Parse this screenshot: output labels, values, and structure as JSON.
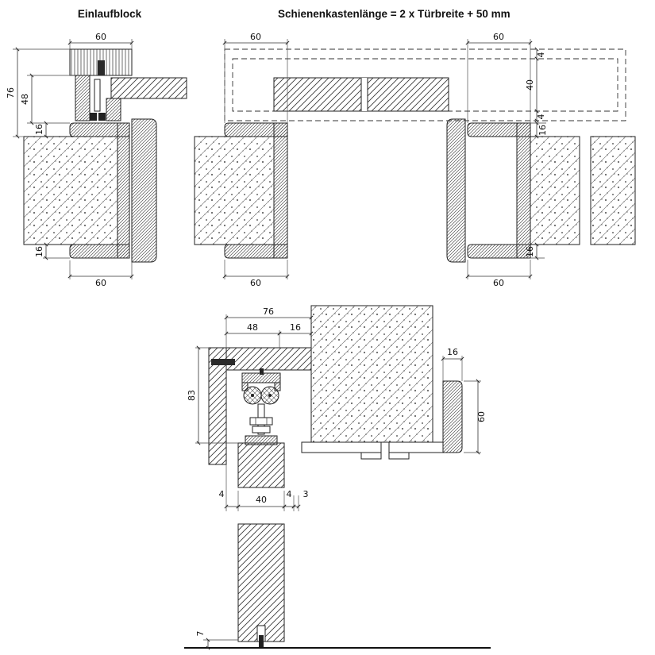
{
  "titles": {
    "einlaufblock": "Einlaufblock",
    "schienenkasten": "Schienenkastenlänge = 2 x Türbreite + 50 mm"
  },
  "plan": {
    "left": {
      "top_width": "60",
      "depth_total": "76",
      "depth_inner": "48",
      "lip_top": "16",
      "lip_bottom": "16",
      "bottom_width": "60"
    },
    "middle": {
      "top_width": "60",
      "bottom_width": "60"
    },
    "right": {
      "top_width": "60",
      "gap_top": "4",
      "rail_box": "40",
      "gap_bottom": "4",
      "lip_top": "16",
      "lip_bottom": "16",
      "bottom_width": "60"
    }
  },
  "section": {
    "top_total": "76",
    "top_inner": "48",
    "top_outer": "16",
    "box_height": "83",
    "frame_thickness": "16",
    "frame_height": "60",
    "gap_left": "4",
    "door_thickness": "40",
    "gap_right": "4",
    "cover": "3",
    "floor_gap": "7"
  }
}
